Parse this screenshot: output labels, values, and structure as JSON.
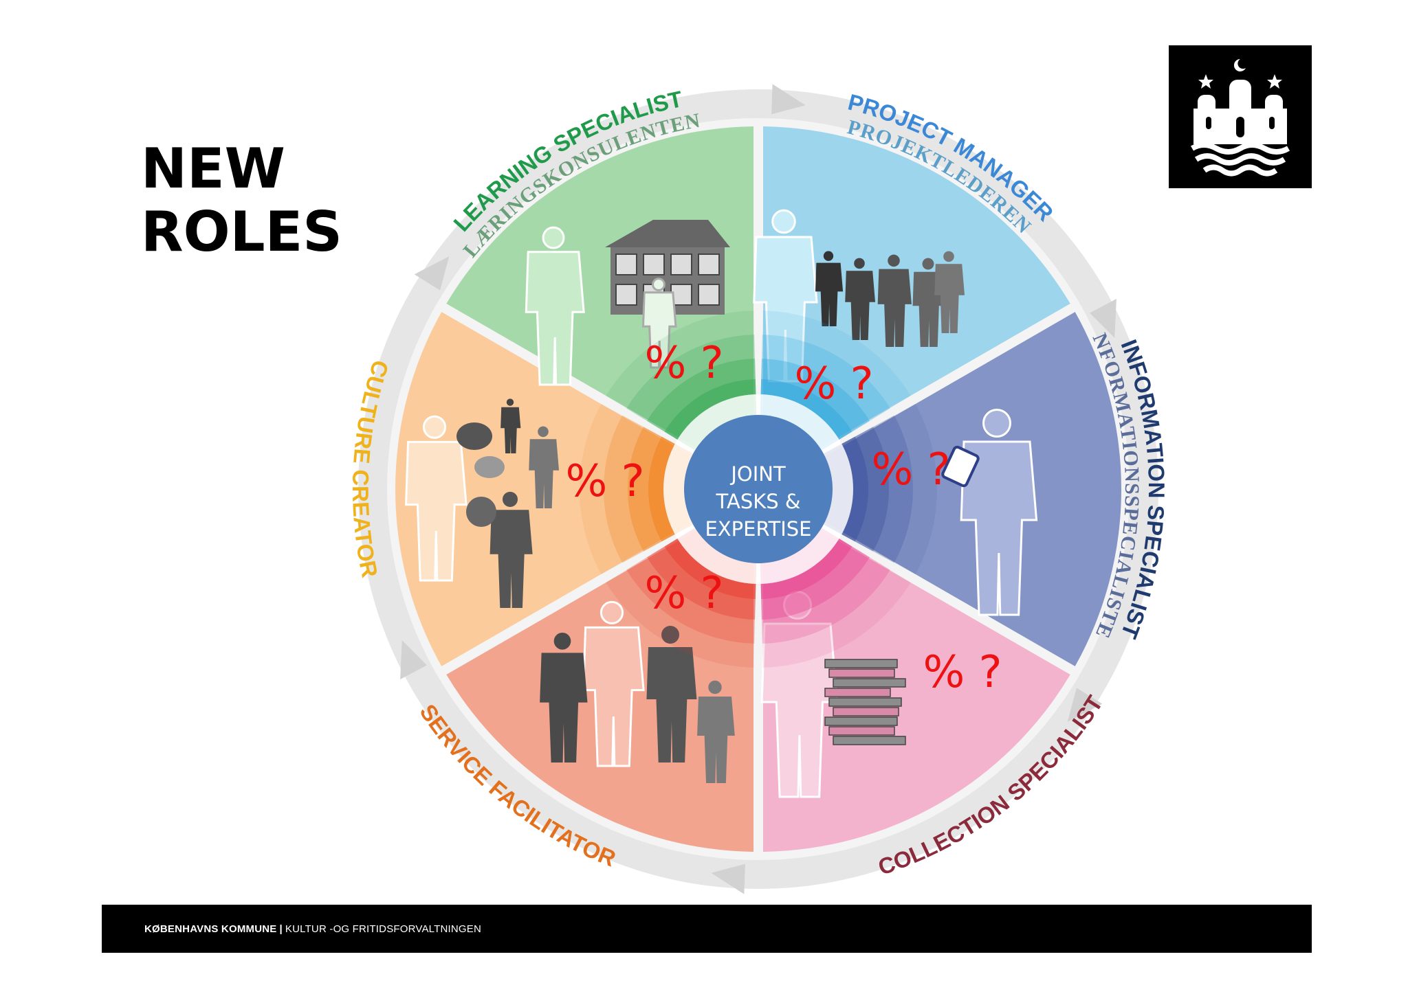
{
  "title": {
    "line1": "NEW",
    "line2": "ROLES"
  },
  "center": {
    "line1": "JOINT",
    "line2": "TASKS &",
    "line3": "EXPERTISE"
  },
  "segments": [
    {
      "role": "PROJECT MANAGER",
      "danish": "PROJEKTLEDEREN",
      "color": "#9dd5ec",
      "label_color": "#3b88d6",
      "danish_color": "#5a9fc9",
      "marks": "% ?"
    },
    {
      "role": "INFORMATION SPECIALIST",
      "danish": "INFORMATIONSSPECIALISTEN",
      "color": "#8494c6",
      "label_color": "#1f3a6e",
      "danish_color": "#5a6c9a",
      "marks": "% ?"
    },
    {
      "role": "COLLECTION SPECIALIST",
      "danish": "",
      "color": "#f3b3cd",
      "label_color": "#8b2a3a",
      "danish_color": "#b06b7c",
      "marks": "% ?"
    },
    {
      "role": "SERVICE FACILITATOR",
      "danish": "",
      "color": "#f2a48e",
      "label_color": "#e2701c",
      "danish_color": "#c08070",
      "marks": "% ?"
    },
    {
      "role": "CULTURE CREATOR",
      "danish": "",
      "color": "#fbcb9c",
      "label_color": "#f0b21a",
      "danish_color": "#c0a070",
      "marks": "% ?"
    },
    {
      "role": "LEARNING SPECIALIST",
      "danish": "LÆRINGSKONSULENTEN",
      "color": "#a6d9a9",
      "label_color": "#1f9a4a",
      "danish_color": "#6a9f79",
      "marks": "% ?"
    }
  ],
  "footer": {
    "org": "KØBENHAVNS KOMMUNE",
    "separator": "|",
    "dept": "KULTUR -OG FRITIDSFORVALTNINGEN"
  },
  "icons": [
    "copenhagen-coat-of-arms-icon",
    "person-silhouette-icon",
    "speech-bubble-icon",
    "house-icon",
    "books-stack-icon",
    "tablet-icon"
  ]
}
